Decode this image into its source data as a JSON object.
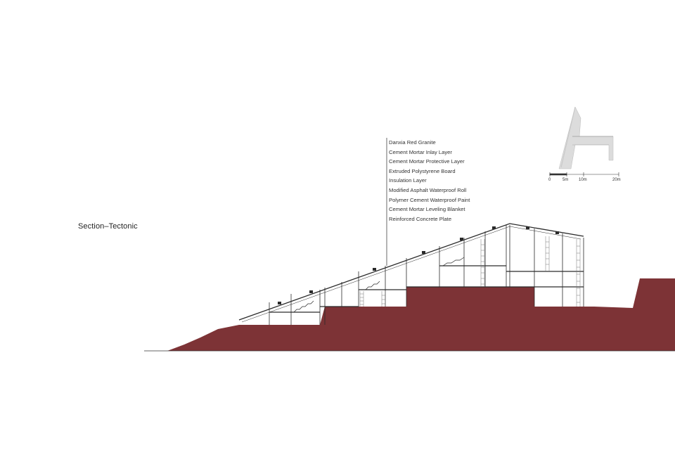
{
  "drawing": {
    "title": "Section–Tectonic",
    "layer_labels": [
      "Danxia Red Granite",
      "Cement Mortar Inlay Layer",
      "Cement Mortar Protective Layer",
      "Extruded Polystyrene Board",
      "Insulation Layer",
      "Modified Asphalt Waterproof Roll",
      "Polymer Cement Waterproof Paint",
      "Cement Mortar Leveling Blanket",
      "Reinforced Concrete Plate"
    ],
    "scale_bar": {
      "labels": [
        "0",
        "5m",
        "10m",
        "20m"
      ]
    }
  },
  "colors": {
    "ground": "#7d3336",
    "line": "#2a2a2a",
    "key_plan": "#c9c9c9"
  }
}
